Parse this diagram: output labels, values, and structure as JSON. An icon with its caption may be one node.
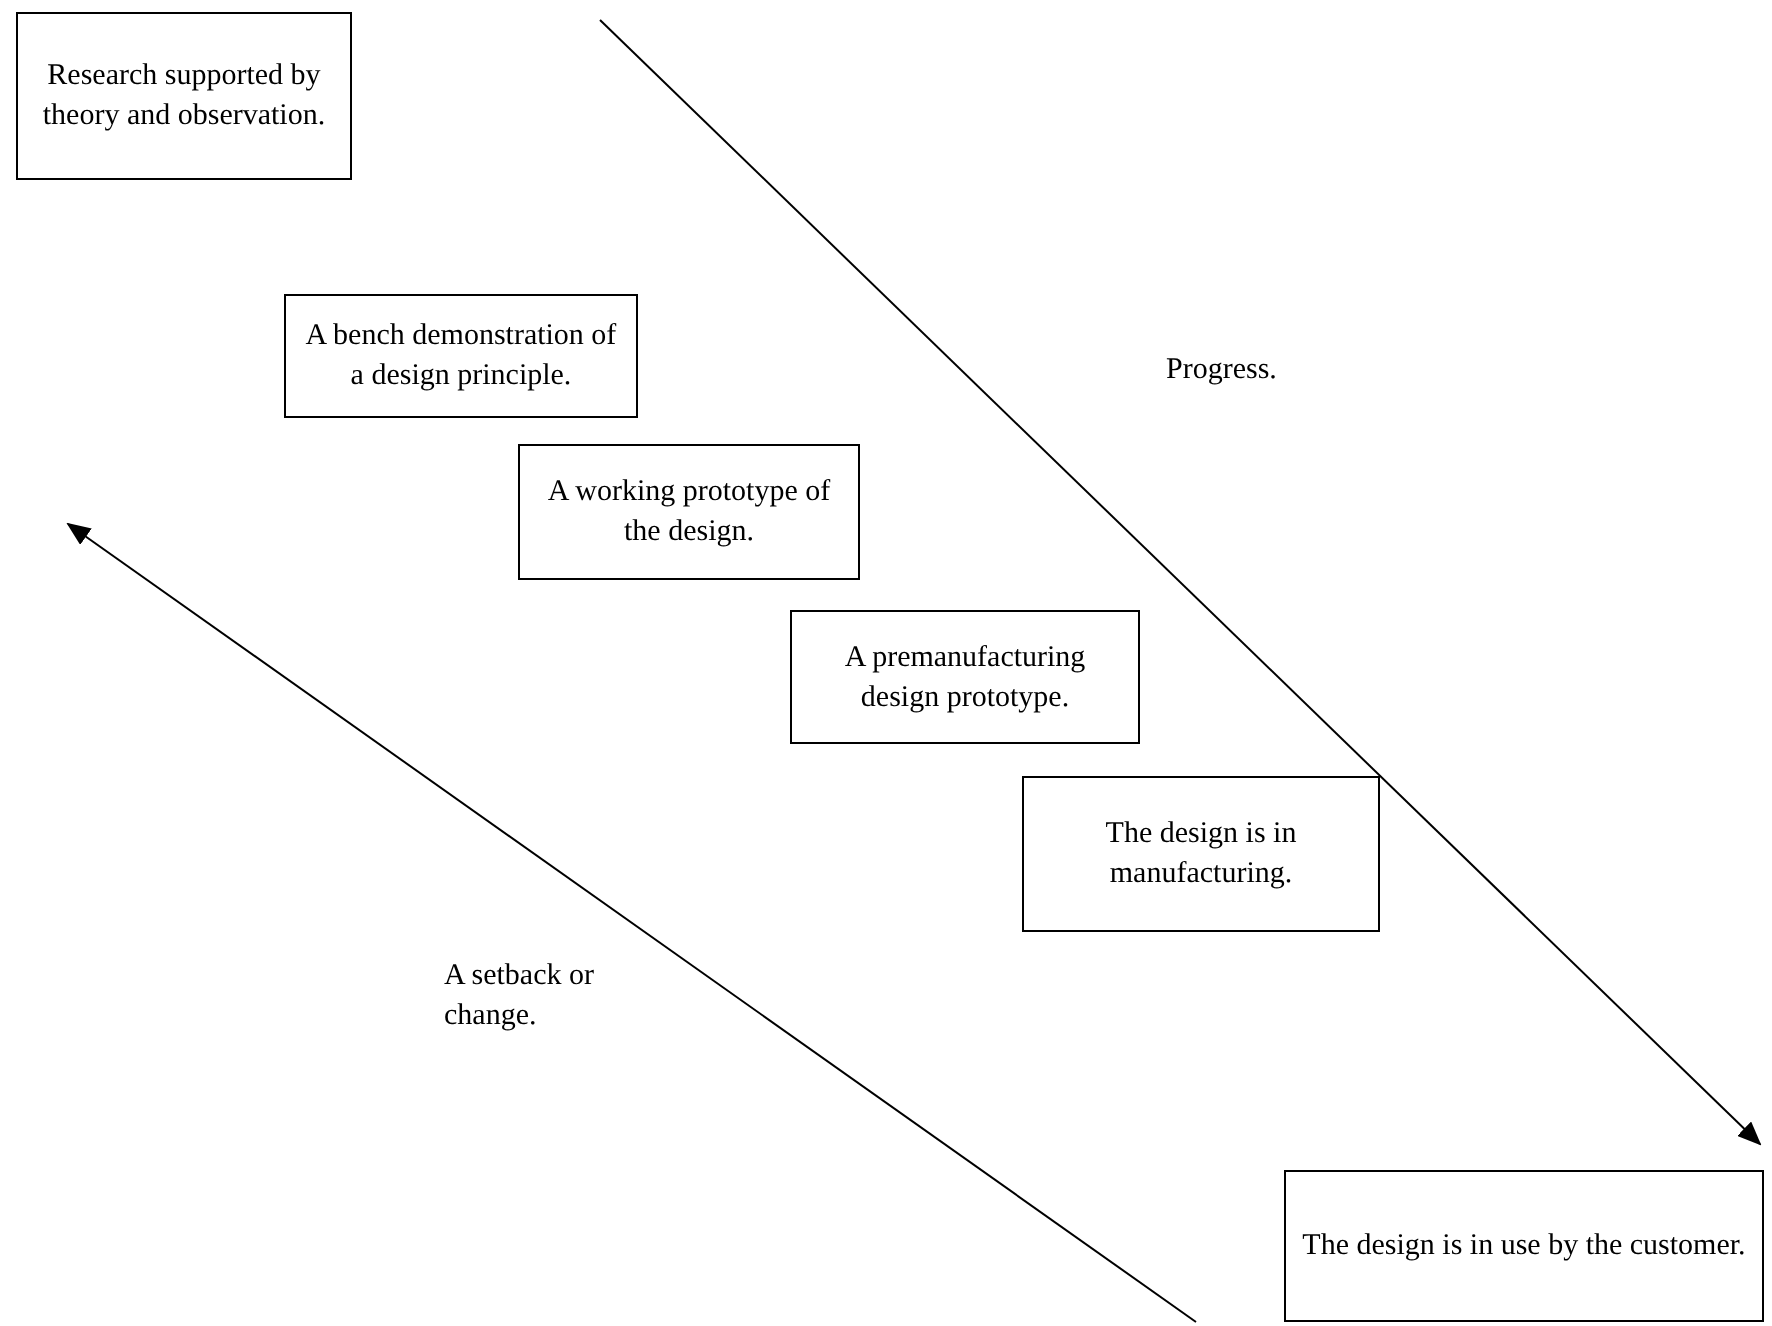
{
  "diagram": {
    "nodes": [
      {
        "text": [
          "Research supported by theory and observation."
        ]
      },
      {
        "text": [
          "A bench demonstration of a design principle."
        ]
      },
      {
        "text": [
          "A working prototype of the design."
        ]
      },
      {
        "text": [
          "A premanufacturing design prototype."
        ]
      },
      {
        "text": [
          "The design is in manufacturing."
        ]
      },
      {
        "text": [
          "The design is in use by the customer."
        ]
      }
    ],
    "labels": [
      "Progress.",
      "A setback or change."
    ]
  }
}
